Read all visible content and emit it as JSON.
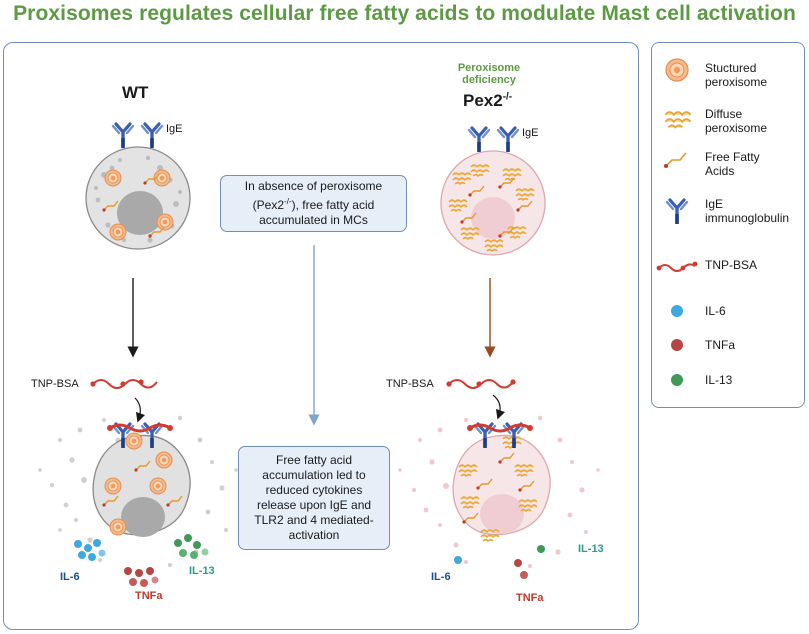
{
  "title": "Proxisomes regulates cellular free fatty acids to modulate Mast cell activation",
  "wt": {
    "label": "WT",
    "ige": "IgE",
    "tnp_bsa": "TNP-BSA"
  },
  "pex": {
    "deficiency": "Peroxisome deficiency",
    "label_main": "Pex2",
    "label_sup": "-/-",
    "ige": "IgE",
    "tnp_bsa": "TNP-BSA"
  },
  "box1": {
    "line1": "In absence of peroxisome",
    "line2a": "(Pex2",
    "line2sup": "-/-",
    "line2b": "), free fatty acid",
    "line3": "accumulated in MCs"
  },
  "box2": {
    "text": "Free fatty acid accumulation led to reduced cytokines release upon IgE and TLR2 and 4 mediated-activation"
  },
  "cytokines_left": {
    "il6": "IL-6",
    "il13": "IL-13",
    "tnfa": "TNFa"
  },
  "cytokines_right": {
    "il6": "IL-6",
    "il13": "IL-13",
    "tnfa": "TNFa"
  },
  "legend": [
    {
      "label": "Stuctured peroxisome",
      "icon": "structured-peroxisome-icon"
    },
    {
      "label": "Diffuse peroxisome",
      "icon": "diffuse-peroxisome-icon"
    },
    {
      "label": "Free Fatty Acids",
      "icon": "fatty-acid-icon"
    },
    {
      "label": "IgE immunoglobulin",
      "icon": "ige-antibody-icon"
    },
    {
      "label": "TNP-BSA",
      "icon": "tnp-bsa-icon"
    },
    {
      "label": "IL-6",
      "icon": "il6-dot-icon"
    },
    {
      "label": "TNFa",
      "icon": "tnfa-dot-icon"
    },
    {
      "label": "IL-13",
      "icon": "il13-dot-icon"
    }
  ],
  "colors": {
    "title": "#5e9a44",
    "panel_border": "#6f8fb5",
    "il6": "#3fa9dd",
    "tnfa": "#b84545",
    "il13": "#3f9a5a",
    "il6_label": "#1d4e89",
    "tnfa_label": "#c0392b",
    "il13_label": "#2a9a92",
    "wt_arrow": "#1a1a1a",
    "pex_arrow": "#9a4a1e"
  }
}
